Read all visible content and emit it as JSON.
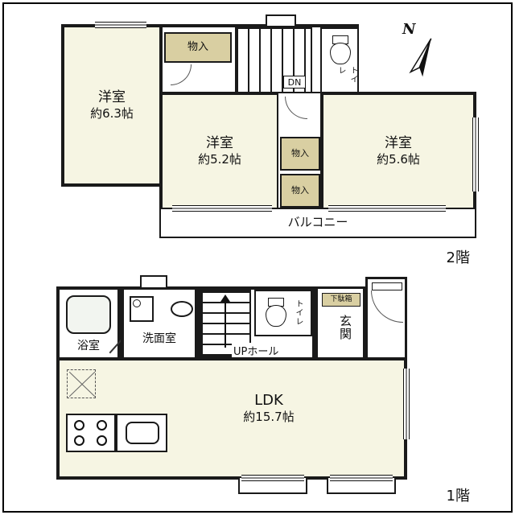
{
  "compass": {
    "north": "N"
  },
  "floor2": {
    "label": "2階",
    "room_a": {
      "name": "洋室",
      "area": "約6.3帖"
    },
    "room_b": {
      "name": "洋室",
      "area": "約5.2帖"
    },
    "room_c": {
      "name": "洋室",
      "area": "約5.6帖"
    },
    "closet_top": "物入",
    "closet_mid": "物入",
    "closet_bottom": "物入",
    "stairs": "DN",
    "toilet": "トイレ",
    "balcony": "バルコニー"
  },
  "floor1": {
    "label": "1階",
    "bath": "浴室",
    "washroom": "洗面室",
    "stair_hall": "UPホール",
    "toilet": "トイレ",
    "entrance": "玄関",
    "shoe_cabinet": "下駄箱",
    "ldk": {
      "name": "LDK",
      "area": "約15.7帖"
    }
  },
  "colors": {
    "wall": "#1a1a1a",
    "room_fill": "#f6f5e3",
    "closet_fill": "#d9cfa2",
    "paper": "#ffffff"
  }
}
